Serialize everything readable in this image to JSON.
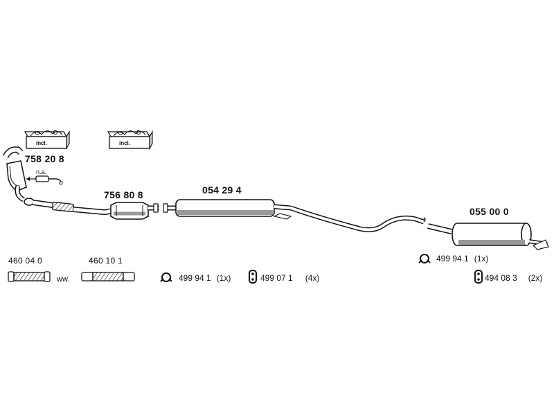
{
  "parts": {
    "front_pipe": "758 20 8",
    "catalyst": "756 80 8",
    "middle_muffler": "054 29 4",
    "rear_muffler": "055 00 0",
    "flex_pipe_1": "460 04 0",
    "flex_pipe_2": "460 10 1"
  },
  "notes": {
    "sensor": "n.a.",
    "alternative": "ww.",
    "kit_1": "incl.",
    "kit_2": "incl."
  },
  "accessories": [
    {
      "number": "499 94 1",
      "qty": "(1x)",
      "icon": "clamp-ring-icon"
    },
    {
      "number": "499 07 1",
      "qty": "(4x)",
      "icon": "rubber-hanger-icon"
    },
    {
      "number": "499 94 1",
      "qty": "(1x)",
      "icon": "clamp-ring-icon"
    },
    {
      "number": "494 08 3",
      "qty": "(2x)",
      "icon": "rubber-hanger-icon"
    }
  ],
  "colors": {
    "line": "#111111",
    "part_fill": "#ffffff",
    "shade": "#9a9a9a"
  }
}
